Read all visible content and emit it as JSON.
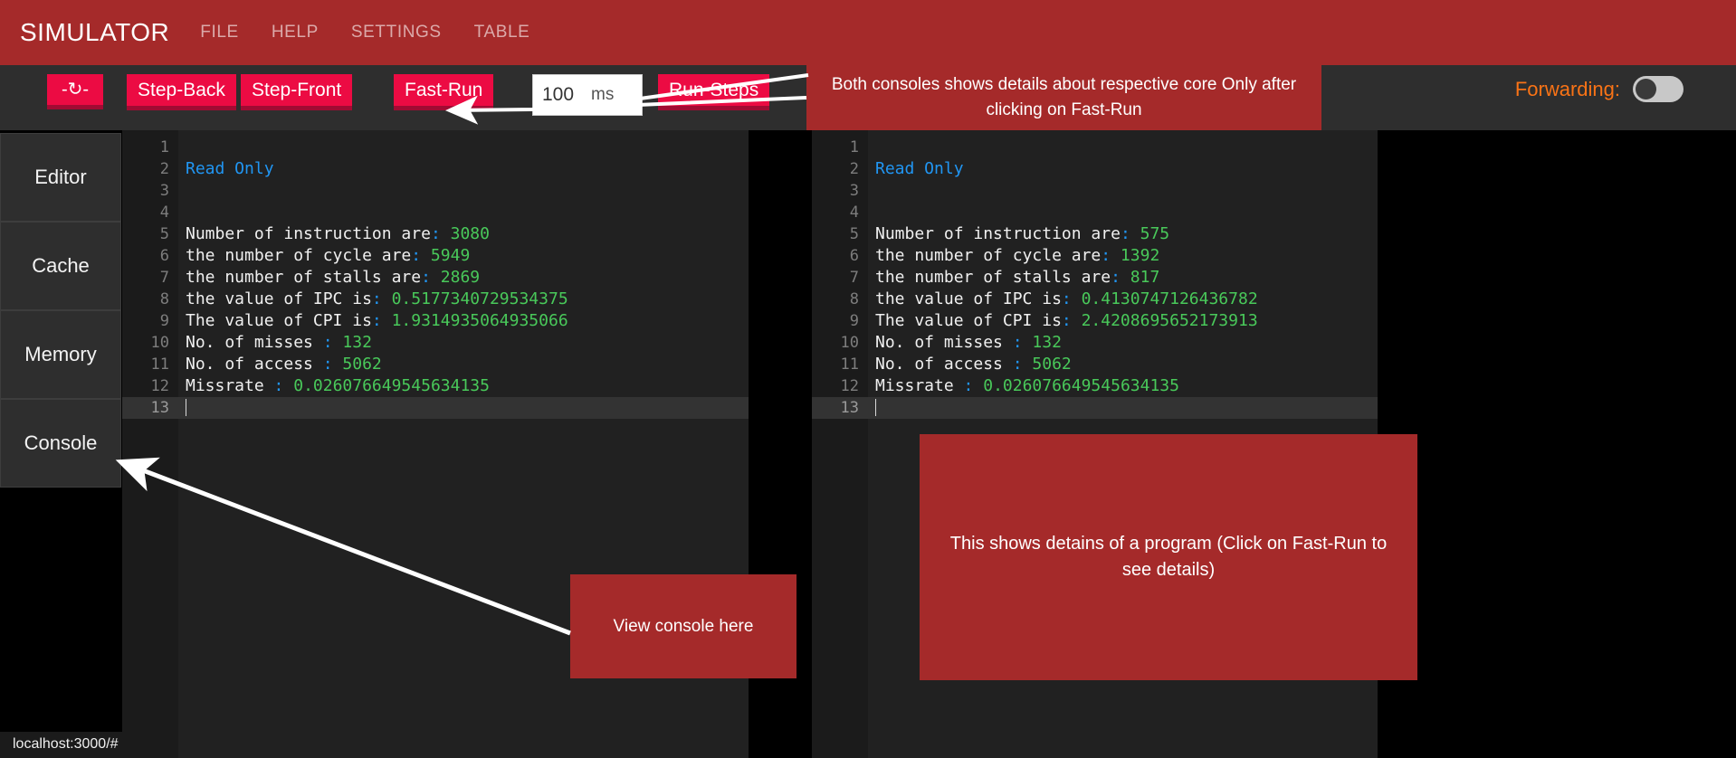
{
  "header": {
    "brand": "SIMULATOR",
    "nav": [
      {
        "label": "FILE"
      },
      {
        "label": "HELP"
      },
      {
        "label": "SETTINGS"
      },
      {
        "label": "TABLE"
      }
    ]
  },
  "toolbar": {
    "reset_label": "-↻-",
    "step_back_label": "Step-Back",
    "step_front_label": "Step-Front",
    "fast_run_label": "Fast-Run",
    "run_steps_label": "Run-Steps",
    "interval_value": "100",
    "interval_unit": "ms",
    "forwarding_label": "Forwarding:",
    "forwarding_on": false,
    "accent_color": "#ec0b43",
    "header_color": "#a52a2a"
  },
  "sidebar": {
    "items": [
      {
        "label": "Editor"
      },
      {
        "label": "Cache"
      },
      {
        "label": "Memory"
      },
      {
        "label": "Console"
      }
    ]
  },
  "consoles": [
    {
      "name": "console-core-0",
      "read_only_label": "Read Only",
      "line_numbers": [
        "1",
        "2",
        "3",
        "4",
        "5",
        "6",
        "7",
        "8",
        "9",
        "10",
        "11",
        "12",
        "13"
      ],
      "active_line": 13,
      "lines": [
        {
          "n": 1,
          "type": "blank"
        },
        {
          "n": 2,
          "type": "readonly",
          "text": "Read Only"
        },
        {
          "n": 3,
          "type": "blank"
        },
        {
          "n": 4,
          "type": "blank"
        },
        {
          "n": 5,
          "type": "stat",
          "label": "Number of instruction are",
          "sep": ":",
          "value": "3080"
        },
        {
          "n": 6,
          "type": "stat",
          "label": "the number of cycle are",
          "sep": ":",
          "value": "5949"
        },
        {
          "n": 7,
          "type": "stat",
          "label": "the number of stalls are",
          "sep": ":",
          "value": "2869"
        },
        {
          "n": 8,
          "type": "stat",
          "label": "the value of IPC is",
          "sep": ":",
          "value": "0.5177340729534375"
        },
        {
          "n": 9,
          "type": "stat",
          "label": "The value of CPI is",
          "sep": ":",
          "value": "1.9314935064935066"
        },
        {
          "n": 10,
          "type": "stat",
          "label": "No. of misses ",
          "sep": ":",
          "value": "132"
        },
        {
          "n": 11,
          "type": "stat",
          "label": "No. of access ",
          "sep": ":",
          "value": "5062"
        },
        {
          "n": 12,
          "type": "stat",
          "label": "Missrate ",
          "sep": ":",
          "value": "0.026076649545634135"
        },
        {
          "n": 13,
          "type": "caret"
        }
      ]
    },
    {
      "name": "console-core-1",
      "read_only_label": "Read Only",
      "line_numbers": [
        "1",
        "2",
        "3",
        "4",
        "5",
        "6",
        "7",
        "8",
        "9",
        "10",
        "11",
        "12",
        "13"
      ],
      "active_line": 13,
      "lines": [
        {
          "n": 1,
          "type": "blank"
        },
        {
          "n": 2,
          "type": "readonly",
          "text": "Read Only"
        },
        {
          "n": 3,
          "type": "blank"
        },
        {
          "n": 4,
          "type": "blank"
        },
        {
          "n": 5,
          "type": "stat",
          "label": "Number of instruction are",
          "sep": ":",
          "value": "575"
        },
        {
          "n": 6,
          "type": "stat",
          "label": "the number of cycle are",
          "sep": ":",
          "value": "1392"
        },
        {
          "n": 7,
          "type": "stat",
          "label": "the number of stalls are",
          "sep": ":",
          "value": "817"
        },
        {
          "n": 8,
          "type": "stat",
          "label": "the value of IPC is",
          "sep": ":",
          "value": "0.4130747126436782"
        },
        {
          "n": 9,
          "type": "stat",
          "label": "The value of CPI is",
          "sep": ":",
          "value": "2.4208695652173913"
        },
        {
          "n": 10,
          "type": "stat",
          "label": "No. of misses ",
          "sep": ":",
          "value": "132"
        },
        {
          "n": 11,
          "type": "stat",
          "label": "No. of access ",
          "sep": ":",
          "value": "5062"
        },
        {
          "n": 12,
          "type": "stat",
          "label": "Missrate ",
          "sep": ":",
          "value": "0.026076649545634135"
        },
        {
          "n": 13,
          "type": "caret"
        }
      ]
    }
  ],
  "annotations": {
    "top": "Both consoles shows details about respective core Only after clicking on Fast-Run",
    "right": "This shows detains of a program (Click on Fast-Run to see details)",
    "left": "View console here"
  },
  "statusbar": {
    "url": "localhost:3000/#"
  }
}
